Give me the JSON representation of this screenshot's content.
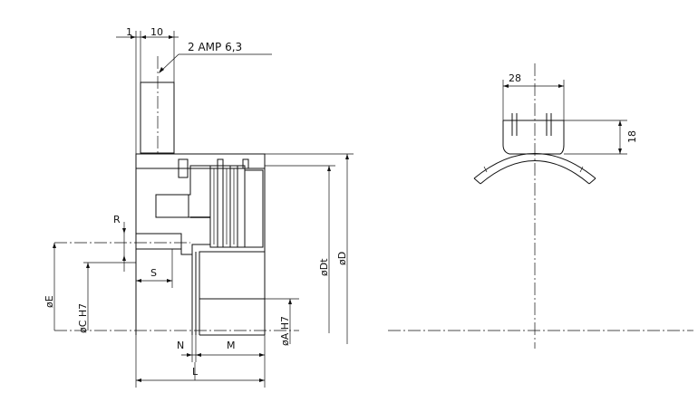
{
  "main_view": {
    "dim_1": "1",
    "dim_10": "10",
    "terminal_note": "2 AMP 6,3",
    "label_R": "R",
    "label_S": "S",
    "label_E": "øE",
    "label_C": "øC H7",
    "label_Dt": "øDt",
    "label_D": "øD",
    "label_A": "øA H7",
    "label_N": "N",
    "label_M": "M",
    "label_L": "L"
  },
  "detail_view": {
    "dim_width": "28",
    "dim_height": "18"
  }
}
